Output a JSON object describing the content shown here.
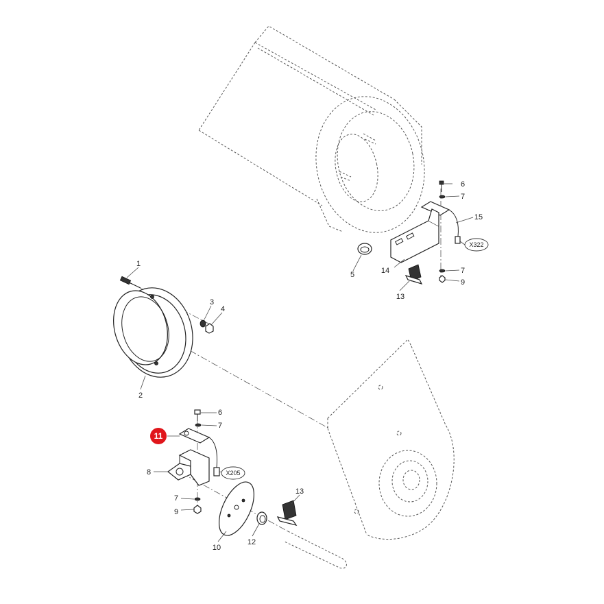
{
  "diagram": {
    "highlight": {
      "label": "11",
      "color": "#e0161b"
    },
    "callouts": {
      "c1": "1",
      "c2": "2",
      "c3": "3",
      "c4": "4",
      "c5": "5",
      "c6_top": "6",
      "c7_top_a": "7",
      "c7_top_b": "7",
      "c9_top": "9",
      "c13_top": "13",
      "c14": "14",
      "c15": "15",
      "c6_bot": "6",
      "c7_bot_a": "7",
      "c7_bot_b": "7",
      "c8": "8",
      "c9_bot": "9",
      "c10": "10",
      "c12": "12",
      "c13_bot": "13"
    },
    "connectors": {
      "top": "X322",
      "bottom": "X205"
    }
  }
}
